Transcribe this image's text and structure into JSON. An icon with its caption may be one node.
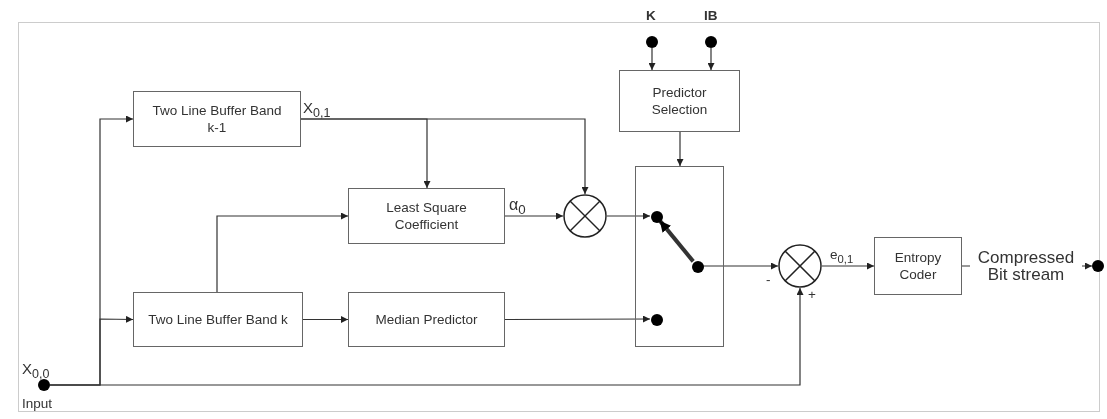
{
  "diagram": {
    "nodes": [
      {
        "text": [],
        "shape": "circle",
        "beside": [
          "Input"
        ]
      },
      {
        "text": [],
        "shape": "circle",
        "beside": [
          "K"
        ]
      },
      {
        "text": [],
        "shape": "circle",
        "beside": [
          "IB"
        ]
      },
      {
        "text": [
          "Two Line Buffer Band k-1"
        ]
      },
      {
        "text": [
          "Predictor Selection"
        ]
      },
      {
        "text": [
          "Least Square Coefficient"
        ]
      },
      {
        "text": [],
        "shape": "circle"
      },
      {
        "text": [],
        "shape": "box"
      },
      {
        "text": [],
        "shape": "circle",
        "in": 7
      },
      {
        "text": [],
        "shape": "circle",
        "in": 7
      },
      {
        "text": [],
        "shape": "circle",
        "in": 7
      },
      {
        "text": [
          "Two Line Buffer Band k"
        ]
      },
      {
        "text": [
          "Median Predictor"
        ]
      },
      {
        "text": [],
        "shape": "circle",
        "beside": [
          "-",
          "+"
        ]
      },
      {
        "text": [
          "Entropy Coder"
        ]
      },
      {
        "text": [],
        "shape": "circle"
      }
    ],
    "edges": [
      {
        "from": 0,
        "to": 3,
        "arrow": "to"
      },
      {
        "from": 0,
        "to": 11,
        "arrow": "to"
      },
      {
        "from": 0,
        "to": 13,
        "arrow": "to"
      },
      {
        "from": 1,
        "to": 4,
        "arrow": "to"
      },
      {
        "from": 2,
        "to": 4,
        "arrow": "to"
      },
      {
        "from": 3,
        "to": 5,
        "arrow": "to"
      },
      {
        "from": 3,
        "to": 6,
        "arrow": "to"
      },
      {
        "from": 11,
        "to": 5,
        "arrow": "to"
      },
      {
        "from": 11,
        "to": 12,
        "arrow": "to"
      },
      {
        "from": 5,
        "to": 6,
        "arrow": "to",
        "label": "α$_{0}$"
      },
      {
        "from": 6,
        "to": 8,
        "arrow": "to"
      },
      {
        "from": 12,
        "to": 10,
        "arrow": "to"
      },
      {
        "from": 4,
        "to": 7,
        "arrow": "to"
      },
      {
        "from": 9,
        "to": 8,
        "arrow": "to",
        "style": "thick"
      },
      {
        "from": 9,
        "to": 13,
        "arrow": "to"
      },
      {
        "from": 13,
        "to": 14,
        "arrow": "to",
        "label": "e$_{0,1}$"
      },
      {
        "from": 14,
        "to": 15,
        "arrow": "to",
        "label": "Compressed Bit stream"
      }
    ],
    "labels": [
      "X$_{0,1}$",
      "X$_{0,0}$"
    ]
  }
}
